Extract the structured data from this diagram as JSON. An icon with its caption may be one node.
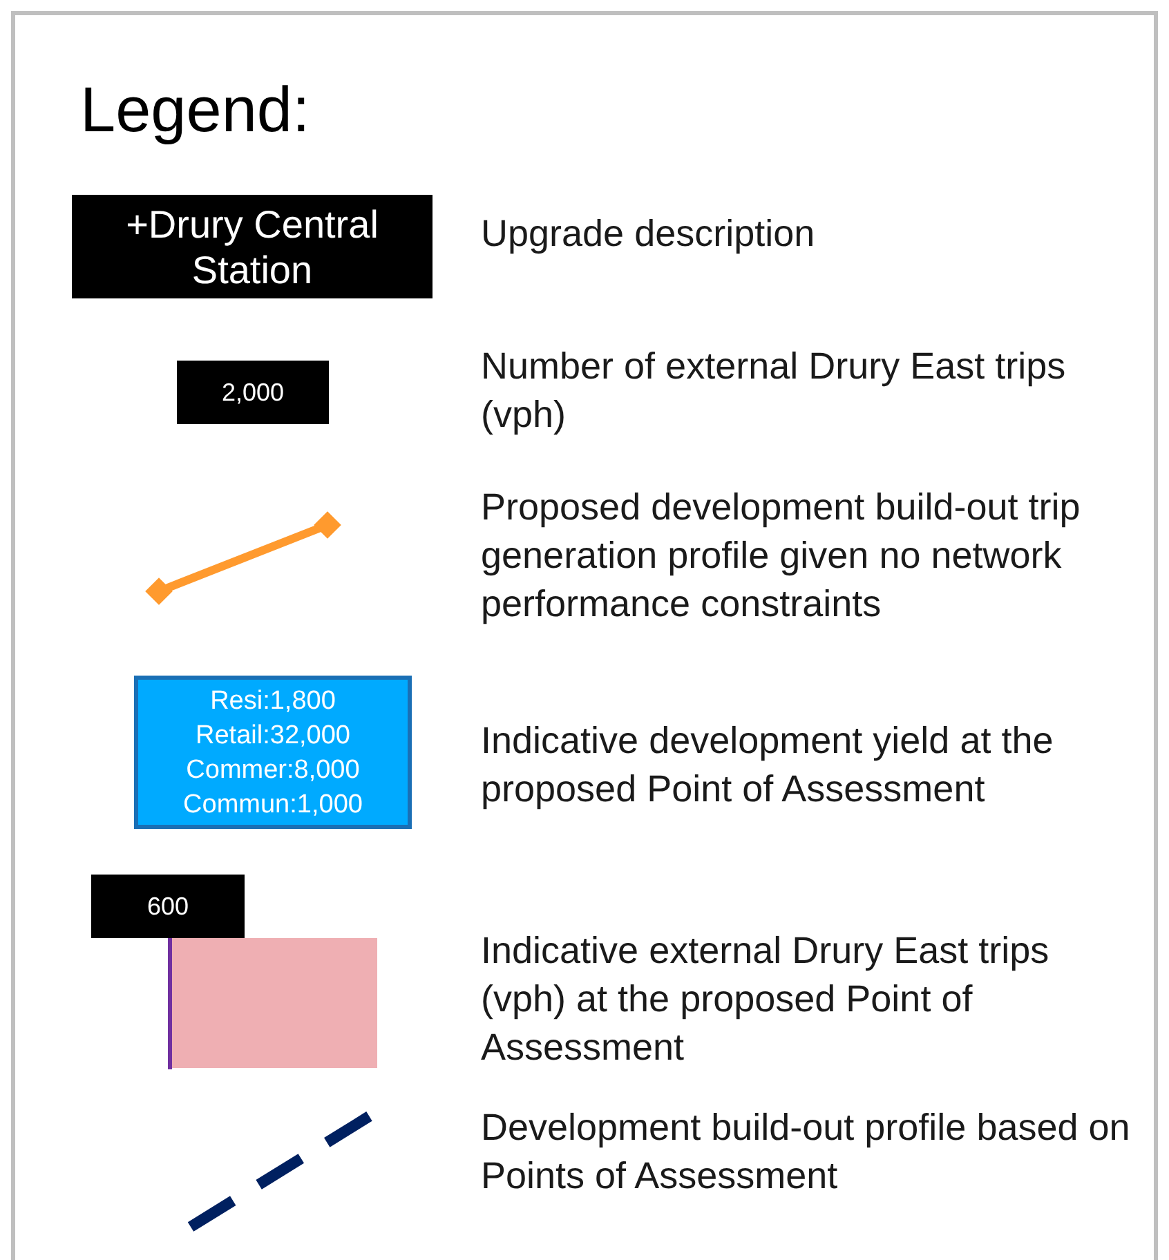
{
  "diagram": {
    "title": "Legend:",
    "nodes": [
      {
        "text": [
          "+Drury Central Station"
        ]
      },
      {
        "text": [
          "2,000"
        ]
      },
      {
        "text": [
          "Resi:1,800",
          "Retail:32,000",
          "Commer:8,000",
          "Commun:1,000"
        ]
      },
      {
        "text": [
          "600"
        ]
      }
    ],
    "legend": [
      {
        "text": "Upgrade description"
      },
      {
        "text": "Number of external Drury East trips (vph)"
      },
      {
        "text": "Proposed development build-out trip generation profile given no network performance constraints"
      },
      {
        "text": "Indicative development yield at the proposed Point of Assessment"
      },
      {
        "text": "Indicative external Drury East trips (vph) at the proposed Point of Assessment"
      },
      {
        "text": "Development build-out profile based on Points of Assessment"
      }
    ]
  }
}
